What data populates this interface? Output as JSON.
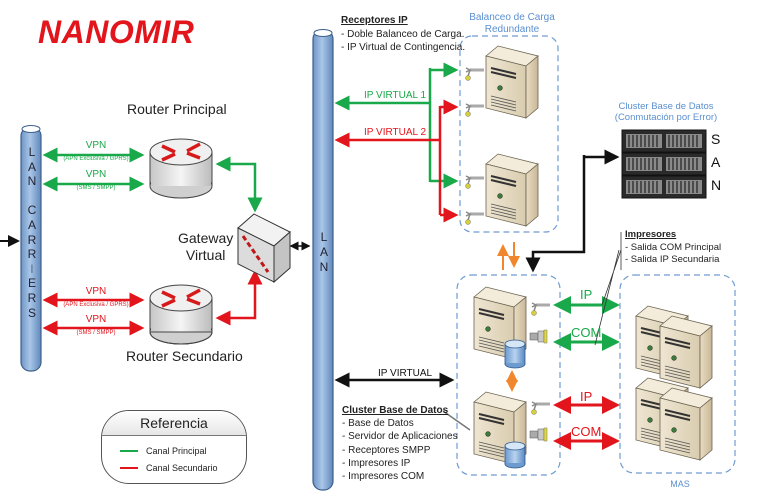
{
  "brand": {
    "title": "NANOMIR",
    "color": "#e3151c"
  },
  "colors": {
    "principal": "#19a84a",
    "secundario": "#e3151c",
    "link": "#111111",
    "sync": "#f0872c",
    "dashed": "#6f9bd1",
    "pipe": "#8fb3dc"
  },
  "lan_carriers": {
    "label_chars": [
      "L",
      "A",
      "N",
      "",
      "C",
      "A",
      "R",
      "R",
      "I",
      "E",
      "R",
      "S"
    ]
  },
  "lan": {
    "label_chars": [
      "L",
      "A",
      "N"
    ]
  },
  "router_principal": {
    "label": "Router Principal",
    "links": [
      {
        "title": "VPN",
        "subtitle": "(APN Exclusiva / GPRS)"
      },
      {
        "title": "VPN",
        "subtitle": "(SMS / SMPP)"
      }
    ]
  },
  "router_secundario": {
    "label": "Router Secundario",
    "links": [
      {
        "title": "VPN",
        "subtitle": "(APN Exclusiva / GPRS)"
      },
      {
        "title": "VPN",
        "subtitle": "(SMS / SMPP)"
      }
    ]
  },
  "gateway": {
    "label_line1": "Gateway",
    "label_line2": "Virtual"
  },
  "receptores_ip": {
    "heading": "Receptores IP",
    "items": [
      "- Doble Balanceo de Carga.",
      "- IP Virtual de Contingencia."
    ]
  },
  "balanceo": {
    "label_line1": "Balanceo de Carga",
    "label_line2": "Redundante"
  },
  "ip_virtual_1": "IP VIRTUAL 1",
  "ip_virtual_2": "IP VIRTUAL 2",
  "ip_virtual": "IP VIRTUAL",
  "san": {
    "label_line1": "Cluster Base de Datos",
    "label_line2": "(Conmutación por Error)",
    "letters": [
      "S",
      "A",
      "N"
    ]
  },
  "impresores": {
    "heading": "Impresores",
    "items": [
      "- Salida COM Principal",
      "- Salida IP Secundaria"
    ]
  },
  "cluster_bd": {
    "heading": "Cluster Base de Datos",
    "items": [
      "- Base de Datos",
      "- Servidor de Aplicaciones",
      "- Receptores SMPP",
      "- Impresores IP",
      "- Impresores COM"
    ]
  },
  "links_mas": {
    "ip_principal": "IP",
    "com_principal": "COM",
    "ip_secundario": "IP",
    "com_secundario": "COM"
  },
  "mas": {
    "label": "MAS"
  },
  "legend": {
    "title": "Referencia",
    "items": [
      {
        "label": "Canal Principal",
        "color": "#19a84a"
      },
      {
        "label": "Canal Secundario",
        "color": "#e3151c"
      }
    ]
  }
}
